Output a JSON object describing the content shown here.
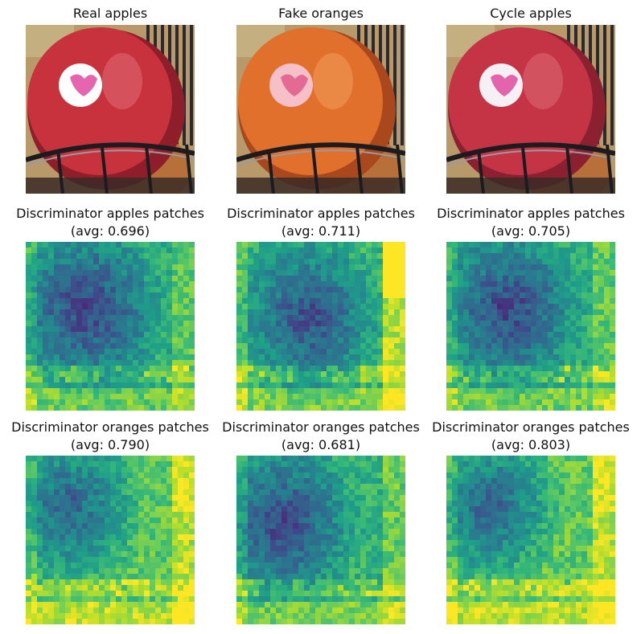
{
  "figure": {
    "columns": [
      {
        "photo_title": "Real apples",
        "photo": {
          "fruit": "#c8323c",
          "fruit_shade": "#8e1f2a",
          "highlight": "#e2707a",
          "sticker": "#ffffff",
          "sticker_ink": "#e04aa0"
        },
        "apples_title_line1": "Discriminator apples patches",
        "apples_title_line2": "(avg: 0.696)",
        "oranges_title_line1": "Discriminator oranges patches",
        "oranges_title_line2": "(avg: 0.790)"
      },
      {
        "photo_title": "Fake oranges",
        "photo": {
          "fruit": "#e0702c",
          "fruit_shade": "#a8481c",
          "highlight": "#f4a060",
          "sticker": "#f6c0c8",
          "sticker_ink": "#e05a8a"
        },
        "apples_title_line1": "Discriminator apples patches",
        "apples_title_line2": "(avg: 0.711)",
        "oranges_title_line1": "Discriminator oranges patches",
        "oranges_title_line2": "(avg: 0.681)"
      },
      {
        "photo_title": "Cycle apples",
        "photo": {
          "fruit": "#c43444",
          "fruit_shade": "#8a2030",
          "highlight": "#e0707c",
          "sticker": "#f4f0f4",
          "sticker_ink": "#e04aa0"
        },
        "apples_title_line1": "Discriminator apples patches",
        "apples_title_line2": "(avg: 0.705)",
        "oranges_title_line1": "Discriminator oranges patches",
        "oranges_title_line2": "(avg: 0.803)"
      }
    ]
  },
  "chart_data": {
    "type": "heatmap",
    "colormap": "viridis",
    "grid": false,
    "patch_grid": [
      30,
      30
    ],
    "panels": [
      {
        "name": "Discriminator apples patches",
        "input": "Real apples",
        "avg": 0.696,
        "bias": -0.09,
        "center": [
          0.36,
          0.4
        ],
        "extra_bright_right": 0.0
      },
      {
        "name": "Discriminator apples patches",
        "input": "Fake oranges",
        "avg": 0.711,
        "bias": -0.05,
        "center": [
          0.42,
          0.45
        ],
        "extra_bright_right": 0.35
      },
      {
        "name": "Discriminator apples patches",
        "input": "Cycle apples",
        "avg": 0.705,
        "bias": -0.08,
        "center": [
          0.36,
          0.4
        ],
        "extra_bright_right": 0.0
      },
      {
        "name": "Discriminator oranges patches",
        "input": "Real apples",
        "avg": 0.79,
        "bias": 0.03,
        "center": [
          0.25,
          0.3
        ],
        "extra_bright_right": 0.1
      },
      {
        "name": "Discriminator oranges patches",
        "input": "Fake oranges",
        "avg": 0.681,
        "bias": -0.07,
        "center": [
          0.27,
          0.4
        ],
        "extra_bright_right": 0.0
      },
      {
        "name": "Discriminator oranges patches",
        "input": "Cycle apples",
        "avg": 0.803,
        "bias": 0.04,
        "center": [
          0.25,
          0.3
        ],
        "extra_bright_right": 0.1
      }
    ]
  }
}
